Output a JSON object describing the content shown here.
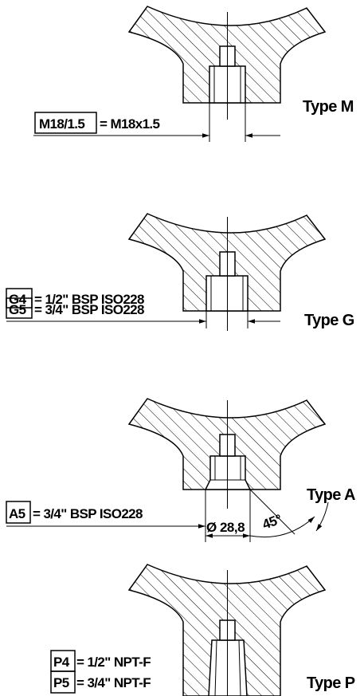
{
  "sections": [
    {
      "type_label": "Type M",
      "codes": [
        {
          "code": "M18/1.5",
          "desc": "= M18x1.5"
        }
      ]
    },
    {
      "type_label": "Type G",
      "codes": [
        {
          "code": "G4",
          "desc": "= 1/2\" BSP ISO228"
        },
        {
          "code": "G5",
          "desc": "= 3/4\" BSP ISO228"
        }
      ]
    },
    {
      "type_label": "Type A",
      "codes": [
        {
          "code": "A5",
          "desc": "= 3/4\" BSP ISO228"
        }
      ],
      "diameter_label": "Ø 28,8",
      "angle_label": "45°"
    },
    {
      "type_label": "Type P",
      "codes": [
        {
          "code": "P4",
          "desc": "= 1/2\" NPT-F"
        },
        {
          "code": "P5",
          "desc": "= 3/4\" NPT-F"
        }
      ]
    }
  ]
}
